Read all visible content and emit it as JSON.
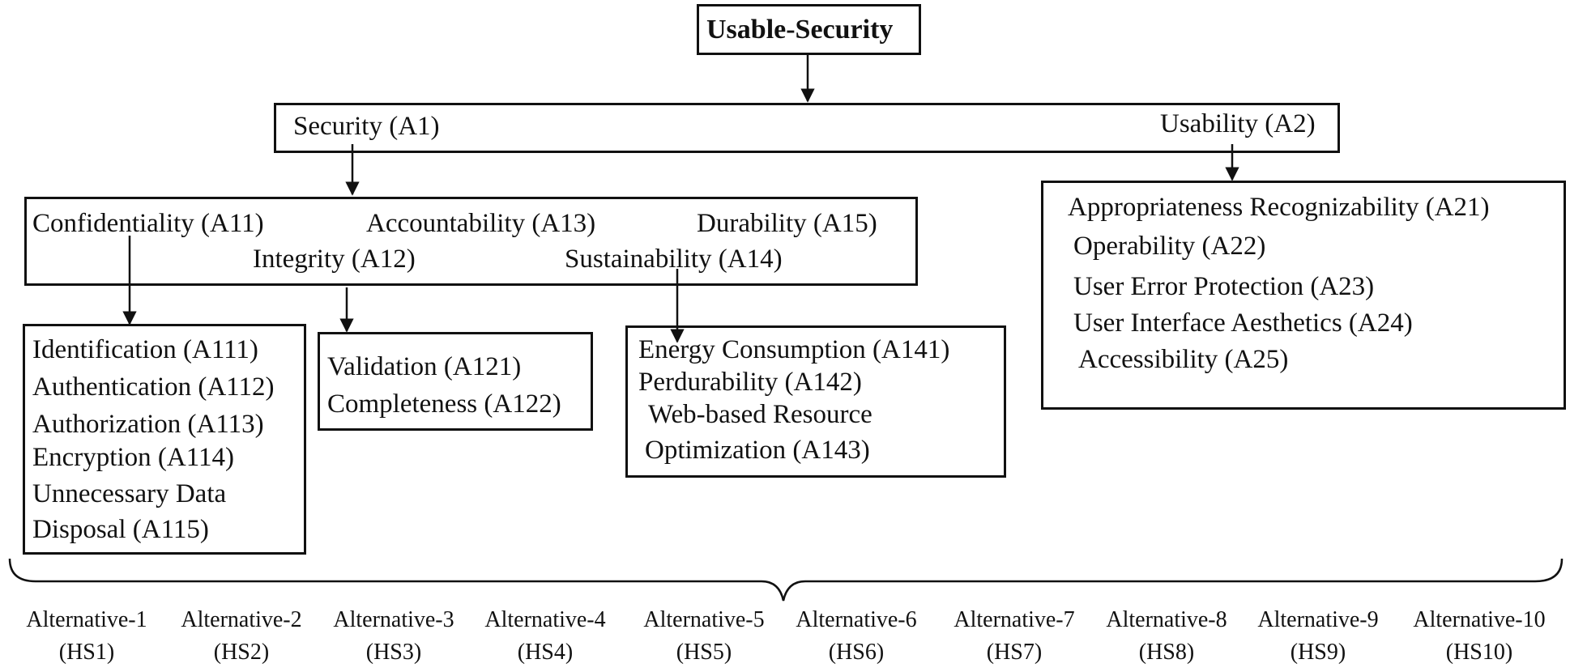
{
  "goal": {
    "label": "Usable-Security"
  },
  "criteria": {
    "security": "Security (A1)",
    "usability": "Usability (A2)"
  },
  "security_subcriteria": {
    "confidentiality": "Confidentiality (A11)",
    "accountability": "Accountability (A13)",
    "durability": "Durability (A15)",
    "integrity": "Integrity (A12)",
    "sustainability": "Sustainability (A14)"
  },
  "confidentiality_items": [
    "Identification (A111)",
    "Authentication (A112)",
    "Authorization (A113)",
    "Encryption (A114)",
    "Unnecessary Data",
    "Disposal (A115)"
  ],
  "integrity_items": [
    "Validation (A121)",
    "Completeness (A122)"
  ],
  "sustainability_items": [
    "Energy Consumption (A141)",
    "Perdurability (A142)",
    "Web-based Resource",
    "Optimization (A143)"
  ],
  "usability_items": [
    "Appropriateness Recognizability (A21)",
    "Operability (A22)",
    "User Error Protection (A23)",
    "User Interface Aesthetics (A24)",
    "Accessibility (A25)"
  ],
  "alternatives": [
    {
      "name": "Alternative-1",
      "code": "(HS1)"
    },
    {
      "name": "Alternative-2",
      "code": "(HS2)"
    },
    {
      "name": "Alternative-3",
      "code": "(HS3)"
    },
    {
      "name": "Alternative-4",
      "code": "(HS4)"
    },
    {
      "name": "Alternative-5",
      "code": "(HS5)"
    },
    {
      "name": "Alternative-6",
      "code": "(HS6)"
    },
    {
      "name": "Alternative-7",
      "code": "(HS7)"
    },
    {
      "name": "Alternative-8",
      "code": "(HS8)"
    },
    {
      "name": "Alternative-9",
      "code": "(HS9)"
    },
    {
      "name": "Alternative-10",
      "code": "(HS10)"
    }
  ]
}
